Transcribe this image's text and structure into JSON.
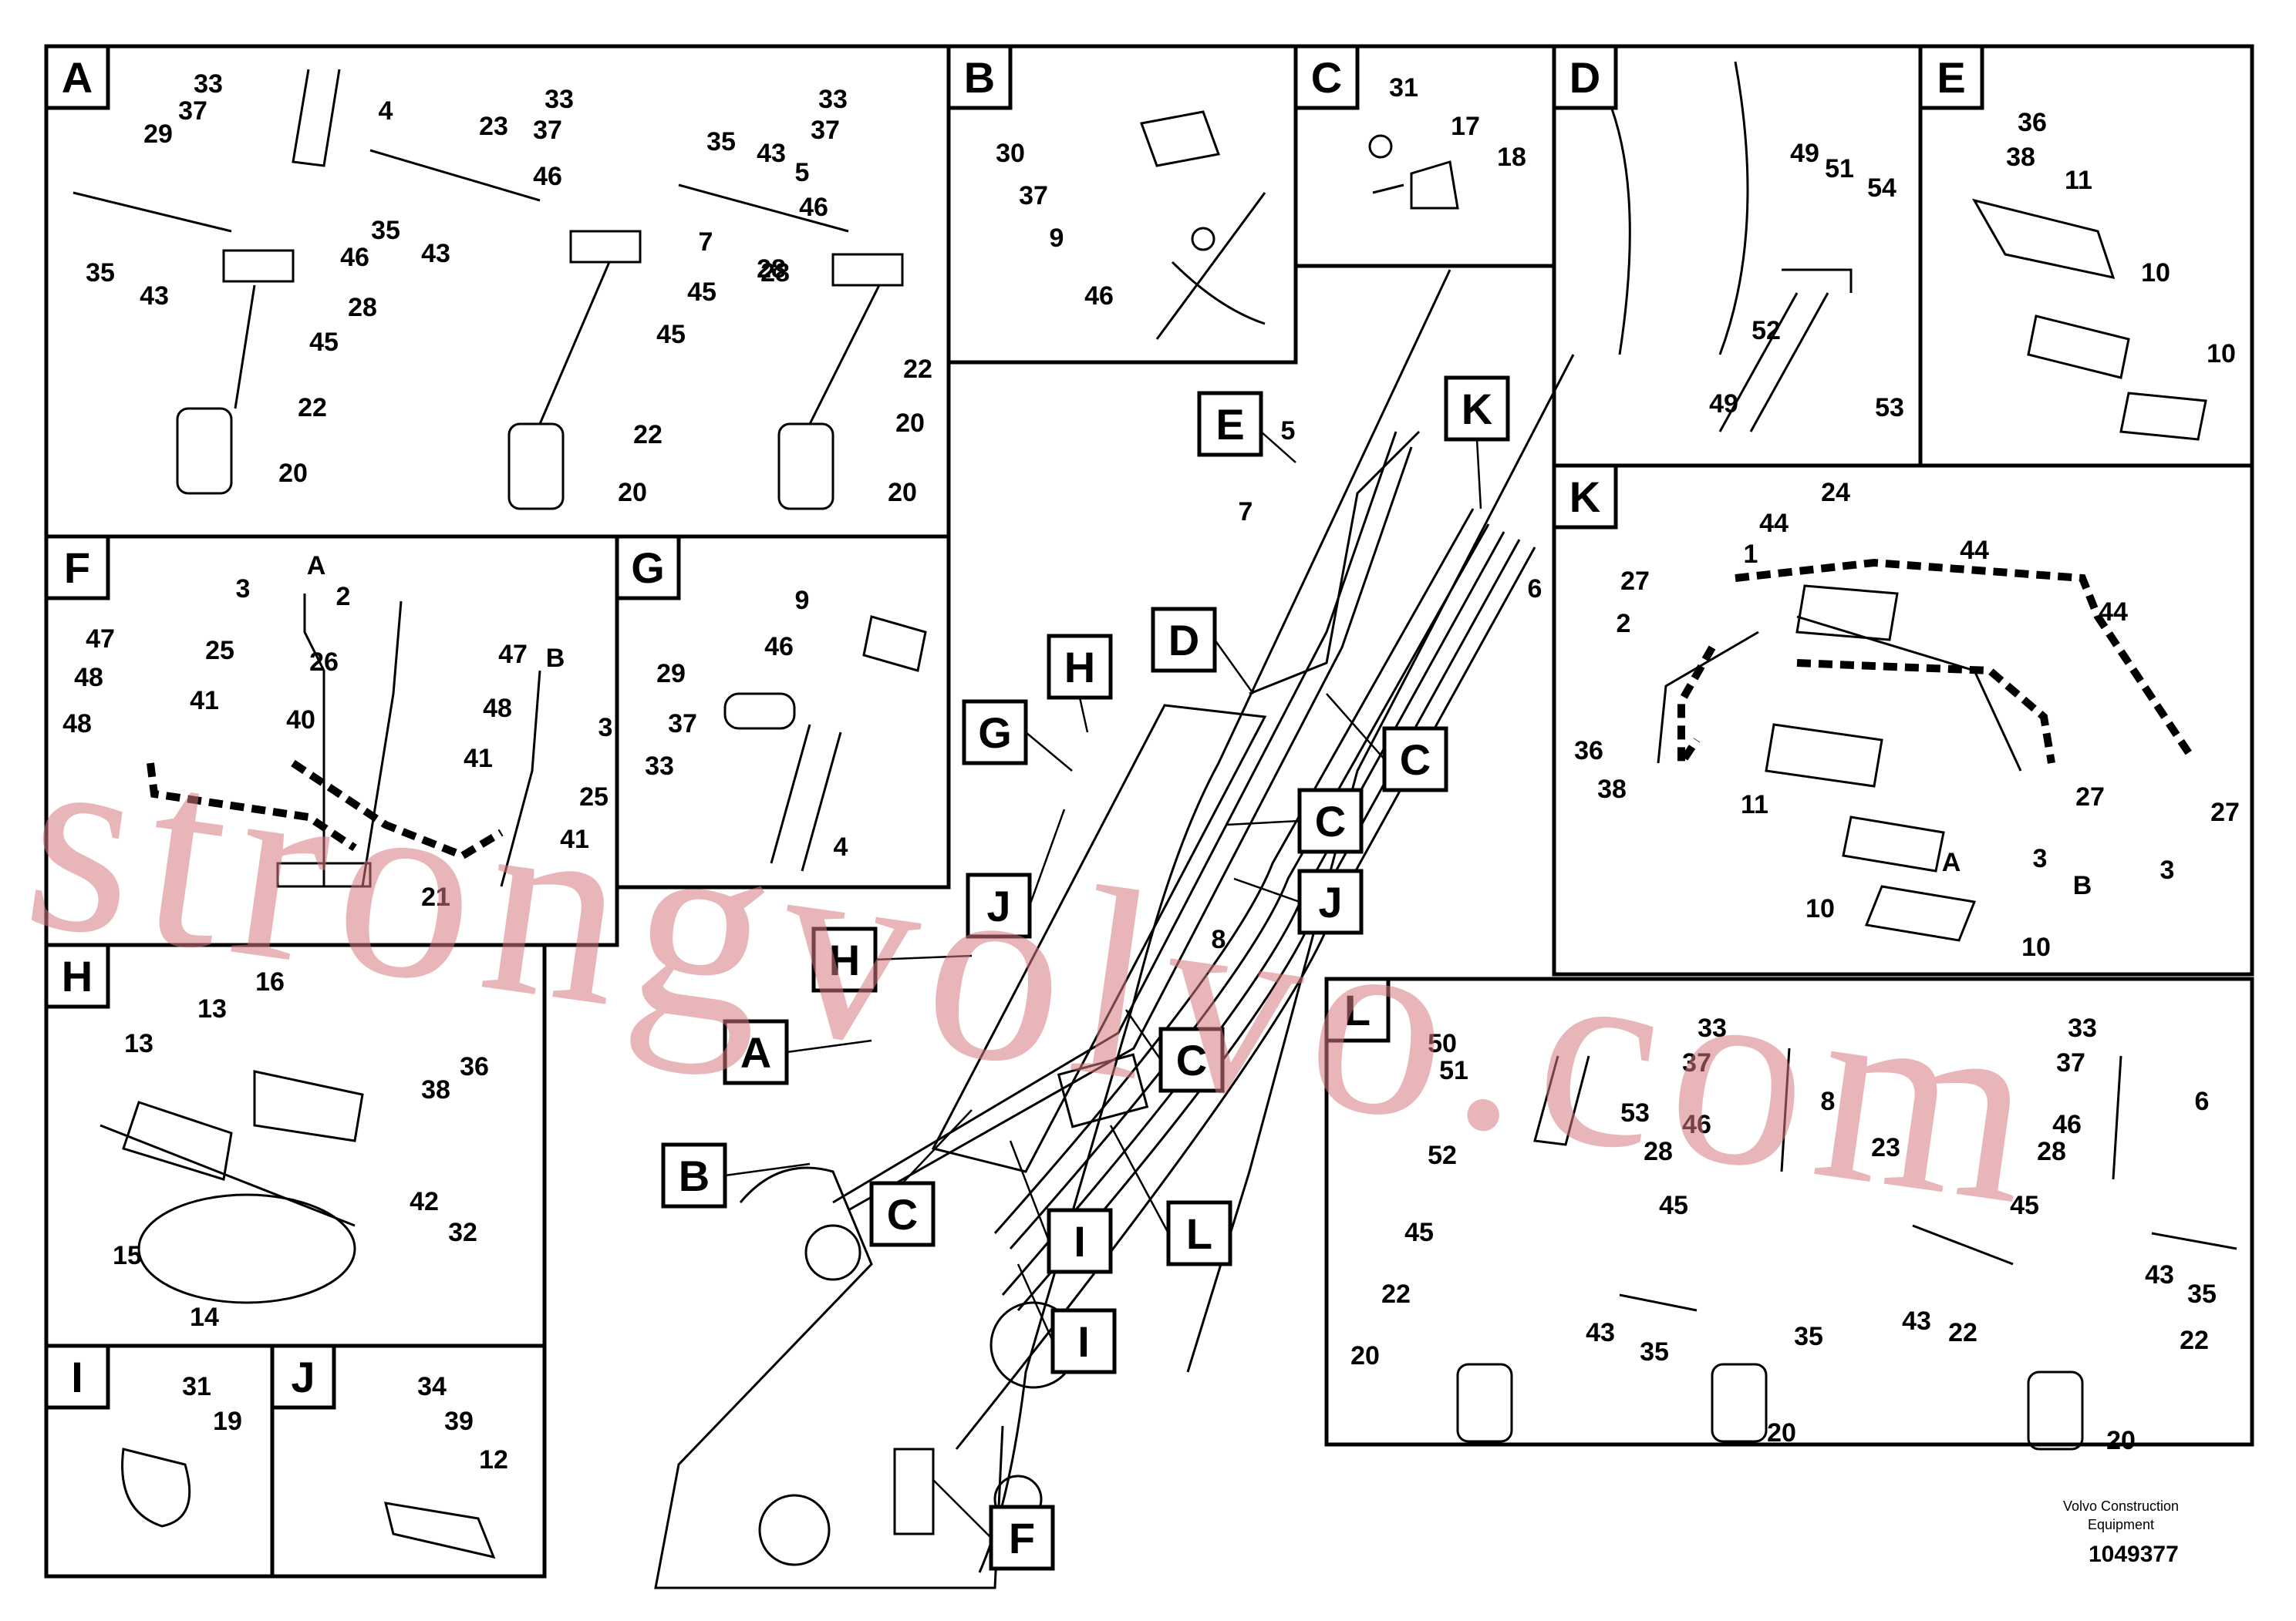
{
  "sections": [
    {
      "id": "A",
      "label": "A"
    },
    {
      "id": "B",
      "label": "B"
    },
    {
      "id": "C",
      "label": "C"
    },
    {
      "id": "D",
      "label": "D"
    },
    {
      "id": "E",
      "label": "E"
    },
    {
      "id": "F",
      "label": "F"
    },
    {
      "id": "G",
      "label": "G"
    },
    {
      "id": "H",
      "label": "H"
    },
    {
      "id": "I",
      "label": "I"
    },
    {
      "id": "J",
      "label": "J"
    },
    {
      "id": "K",
      "label": "K"
    },
    {
      "id": "L",
      "label": "L"
    }
  ],
  "part_labels": {
    "A": [
      "33",
      "37",
      "4",
      "29",
      "23",
      "33",
      "37",
      "35",
      "43",
      "33",
      "37",
      "5",
      "46",
      "35",
      "43",
      "7",
      "46",
      "28",
      "46",
      "35",
      "43",
      "28",
      "45",
      "28",
      "45",
      "45",
      "22",
      "22",
      "22",
      "20",
      "20",
      "20"
    ],
    "B": [
      "30",
      "37",
      "9",
      "46"
    ],
    "C": [
      "31",
      "17",
      "18"
    ],
    "D": [
      "49",
      "51",
      "54",
      "52",
      "49",
      "53"
    ],
    "E": [
      "36",
      "38",
      "11",
      "10",
      "10"
    ],
    "F": [
      "A",
      "3",
      "2",
      "47",
      "25",
      "26",
      "47",
      "B",
      "48",
      "41",
      "40",
      "48",
      "3",
      "41",
      "25",
      "41",
      "21"
    ],
    "G": [
      "9",
      "46",
      "29",
      "37",
      "33",
      "4"
    ],
    "H": [
      "16",
      "13",
      "13",
      "38",
      "36",
      "42",
      "32",
      "15",
      "14"
    ],
    "I": [
      "31",
      "19"
    ],
    "J": [
      "34",
      "39",
      "12"
    ],
    "K": [
      "24",
      "44",
      "44",
      "1",
      "27",
      "44",
      "2",
      "36",
      "38",
      "11",
      "27",
      "27",
      "A",
      "3",
      "B",
      "3",
      "10",
      "10"
    ],
    "L": [
      "50",
      "51",
      "53",
      "33",
      "37",
      "8",
      "33",
      "37",
      "6",
      "52",
      "46",
      "28",
      "46",
      "28",
      "45",
      "23",
      "45",
      "45",
      "43",
      "22",
      "43",
      "35",
      "43",
      "35",
      "22",
      "35",
      "22",
      "20",
      "20",
      "20"
    ],
    "main": [
      "E",
      "5",
      "7",
      "K",
      "6",
      "D",
      "H",
      "C",
      "G",
      "C",
      "J",
      "J",
      "8",
      "H",
      "A",
      "C",
      "B",
      "C",
      "I",
      "L",
      "I",
      "F"
    ]
  },
  "watermark": "strongvolvo.com",
  "footer": {
    "company": "Volvo Construction Equipment",
    "drawing_number": "1049377"
  }
}
